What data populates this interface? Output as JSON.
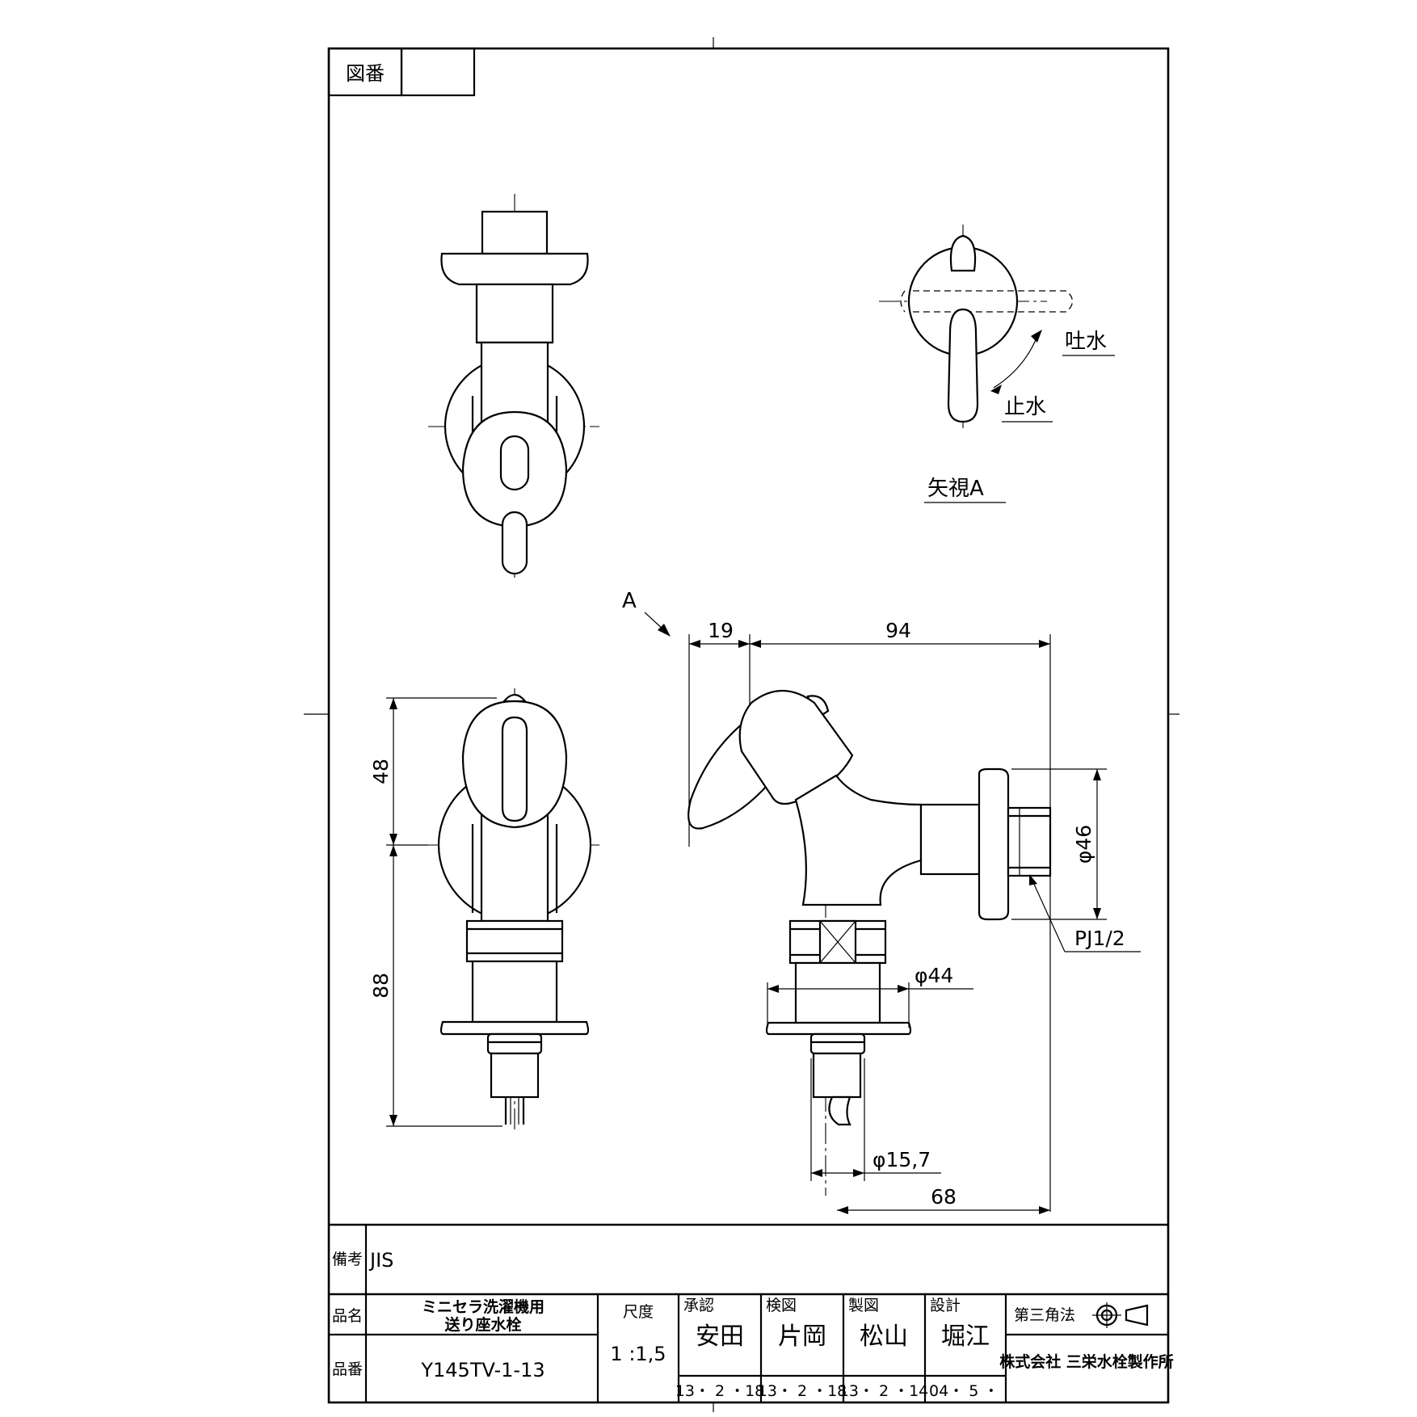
{
  "drawing_number_label": "図番",
  "drawing_number_value": "",
  "view_label": "矢視A",
  "view_marker": "A",
  "rotation": {
    "open": "吐水",
    "close": "止水"
  },
  "dimensions": {
    "d19": "19",
    "d94": "94",
    "d48": "48",
    "d88": "88",
    "d68": "68",
    "phi46": "φ46",
    "phi44": "φ44",
    "phi157": "φ15,7",
    "thread": "PJ1/2"
  },
  "title_block": {
    "remarks_label": "備考",
    "remarks_value": "JIS",
    "name_label": "品名",
    "name_line1": "ミニセラ洗濯機用",
    "name_line2": "送り座水栓",
    "number_label": "品番",
    "number_value": "Y145TV-1-13",
    "scale_label": "尺度",
    "scale_value": "1 :1,5",
    "approved_label": "承認",
    "approved_name": "安田",
    "approved_date": "13・ 2 ・18",
    "checked_label": "検図",
    "checked_name": "片岡",
    "checked_date": "13・ 2 ・18",
    "drawn_label": "製図",
    "drawn_name": "松山",
    "drawn_date": "13・ 2 ・14",
    "design_label": "設計",
    "design_name": "堀江",
    "design_date": "04・ 5 ・",
    "projection_label": "第三角法",
    "company": "株式会社  三栄水栓製作所"
  }
}
